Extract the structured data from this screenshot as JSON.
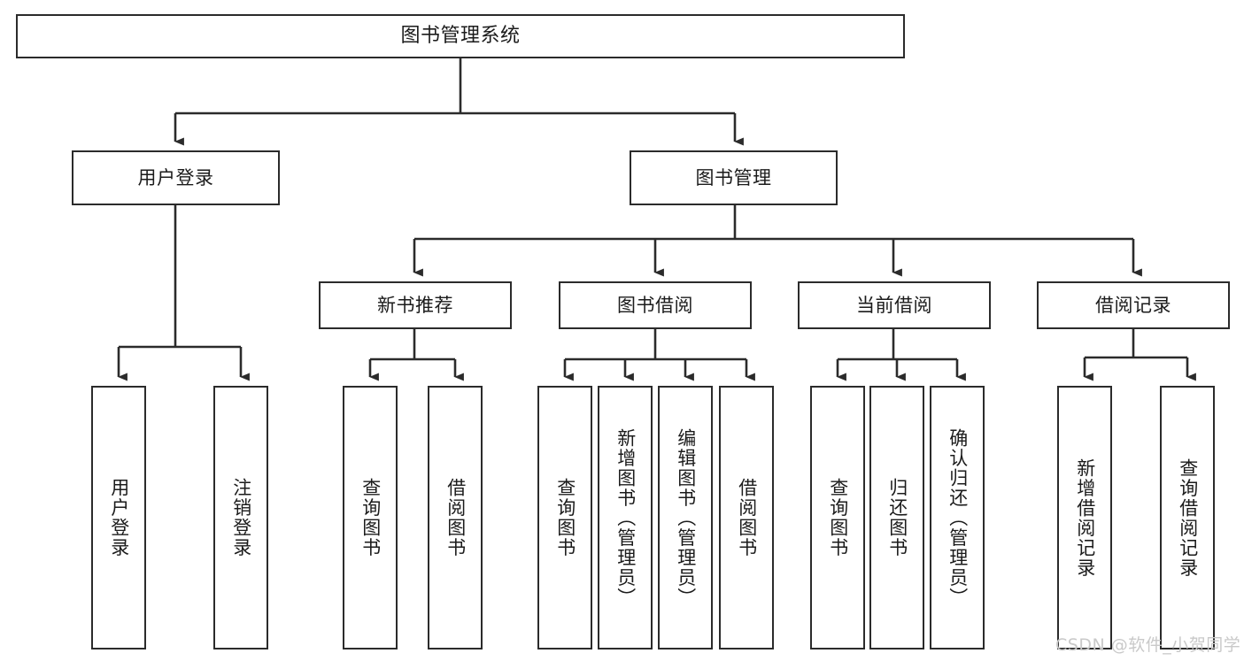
{
  "diagram": {
    "type": "tree-hierarchy",
    "title": "图书管理系统",
    "watermark": "CSDN @软件_小贺同学",
    "style": {
      "box_border_color": "#2b2b2b",
      "box_fill_color": "#ffffff",
      "connector_color": "#2b2b2b",
      "text_color": "#1b1b1b",
      "watermark_color": "#c9c9c9"
    },
    "root": {
      "label": "图书管理系统"
    },
    "level2": [
      {
        "label": "用户登录"
      },
      {
        "label": "图书管理"
      }
    ],
    "level3": [
      {
        "label": "新书推荐"
      },
      {
        "label": "图书借阅"
      },
      {
        "label": "当前借阅"
      },
      {
        "label": "借阅记录"
      }
    ],
    "leaves": {
      "user_login": [
        {
          "label": "用户登录"
        },
        {
          "label": "注销登录"
        }
      ],
      "new_book_recommend": [
        {
          "label": "查询图书"
        },
        {
          "label": "借阅图书"
        }
      ],
      "book_borrow": [
        {
          "label": "查询图书"
        },
        {
          "label": "新增图书（管理员）"
        },
        {
          "label": "编辑图书（管理员）"
        },
        {
          "label": "借阅图书"
        }
      ],
      "current_borrow": [
        {
          "label": "查询图书"
        },
        {
          "label": "归还图书"
        },
        {
          "label": "确认归还（管理员）"
        }
      ],
      "borrow_records": [
        {
          "label": "新增借阅记录"
        },
        {
          "label": "查询借阅记录"
        }
      ]
    }
  }
}
